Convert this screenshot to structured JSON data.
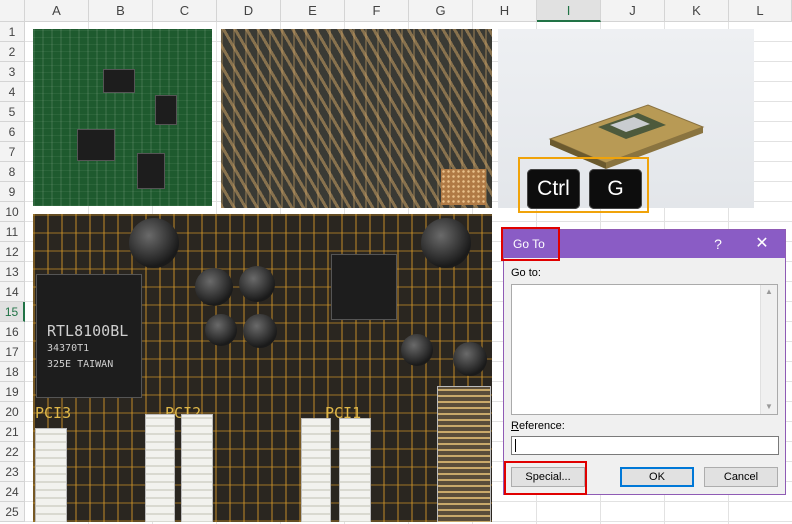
{
  "spreadsheet": {
    "columns": [
      "A",
      "B",
      "C",
      "D",
      "E",
      "F",
      "G",
      "H",
      "I",
      "J",
      "K",
      "L"
    ],
    "selected_column": "I",
    "rows": [
      "1",
      "2",
      "3",
      "4",
      "5",
      "6",
      "7",
      "8",
      "9",
      "10",
      "11",
      "12",
      "13",
      "14",
      "15",
      "16",
      "17",
      "18",
      "19",
      "20",
      "21",
      "22",
      "23",
      "24",
      "25"
    ],
    "selected_row": "15"
  },
  "images": {
    "board_chip_label_1": "RTL8100BL",
    "board_chip_label_2": "34370T1",
    "board_chip_label_3": "325E TAIWAN",
    "board_slot_label_1": "PCI3",
    "board_slot_label_2": "PCI2",
    "board_slot_label_3": "PCI1"
  },
  "shortcut": {
    "key1": "Ctrl",
    "key2": "G"
  },
  "dialog": {
    "title": "Go To",
    "help_glyph": "?",
    "close_glyph": "✕",
    "goto_label": "Go to:",
    "reference_label": "Reference:",
    "reference_value": "",
    "special_button": "Special...",
    "ok_button": "OK",
    "cancel_button": "Cancel",
    "scroll_up_glyph": "▲",
    "scroll_down_glyph": "▼"
  },
  "colors": {
    "title_bar": "#8a5cc5",
    "highlight_red": "#e00000",
    "highlight_orange": "#f0a30a",
    "excel_green": "#217346"
  }
}
